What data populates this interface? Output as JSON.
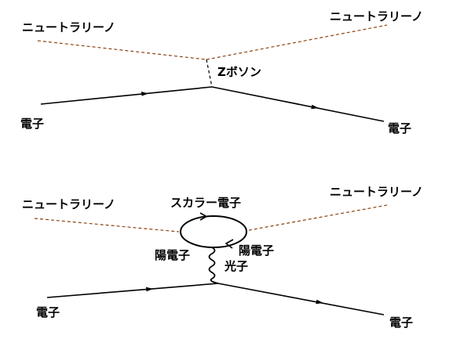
{
  "diagram_top": {
    "neutrino_in_label": "ニュートラリーノ",
    "neutrino_out_label": "ニュートラリーノ",
    "boson_label": "Zボソン",
    "electron_in_label": "電子",
    "electron_out_label": "電子"
  },
  "diagram_bottom": {
    "neutrino_in_label": "ニュートラリーノ",
    "neutrino_out_label": "ニュートラリーノ",
    "scalar_electron_label": "スカラー電子",
    "positron_left_label": "陽電子",
    "positron_right_label": "陽電子",
    "photon_label": "光子",
    "electron_in_label": "電子",
    "electron_out_label": "電子"
  },
  "colors": {
    "neutrino_line": "#8b4513",
    "electron_line": "#000000",
    "background": "#ffffff"
  }
}
